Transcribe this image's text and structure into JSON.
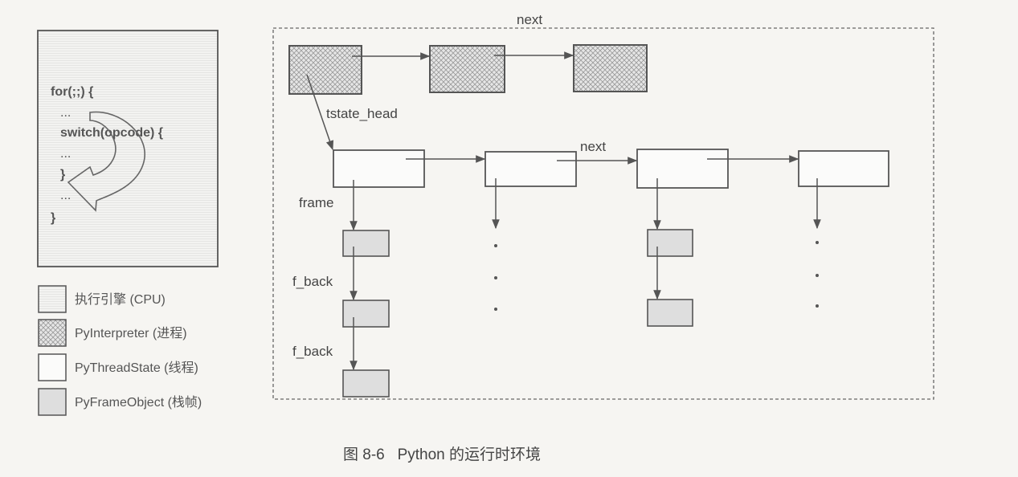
{
  "engine_box": {
    "code_lines": [
      "for(;;) {",
      "...",
      "switch(opcode) {",
      "...",
      "}",
      "...",
      "}"
    ]
  },
  "legend": [
    {
      "label": "执行引擎 (CPU)"
    },
    {
      "label": "PyInterpreter (进程)"
    },
    {
      "label": "PyThreadState (线程)"
    },
    {
      "label": "PyFrameObject (栈帧)"
    }
  ],
  "diagram": {
    "interp_next_label": "next",
    "tstate_head_label": "tstate_head",
    "thread_next_label": "next",
    "frame_label": "frame",
    "f_back_labels": [
      "f_back",
      "f_back"
    ]
  },
  "caption": "图 8-6   Python 的运行时环境",
  "colors": {
    "background": "#f6f5f2",
    "stroke": "#555555",
    "frame_fill": "#dedede"
  }
}
